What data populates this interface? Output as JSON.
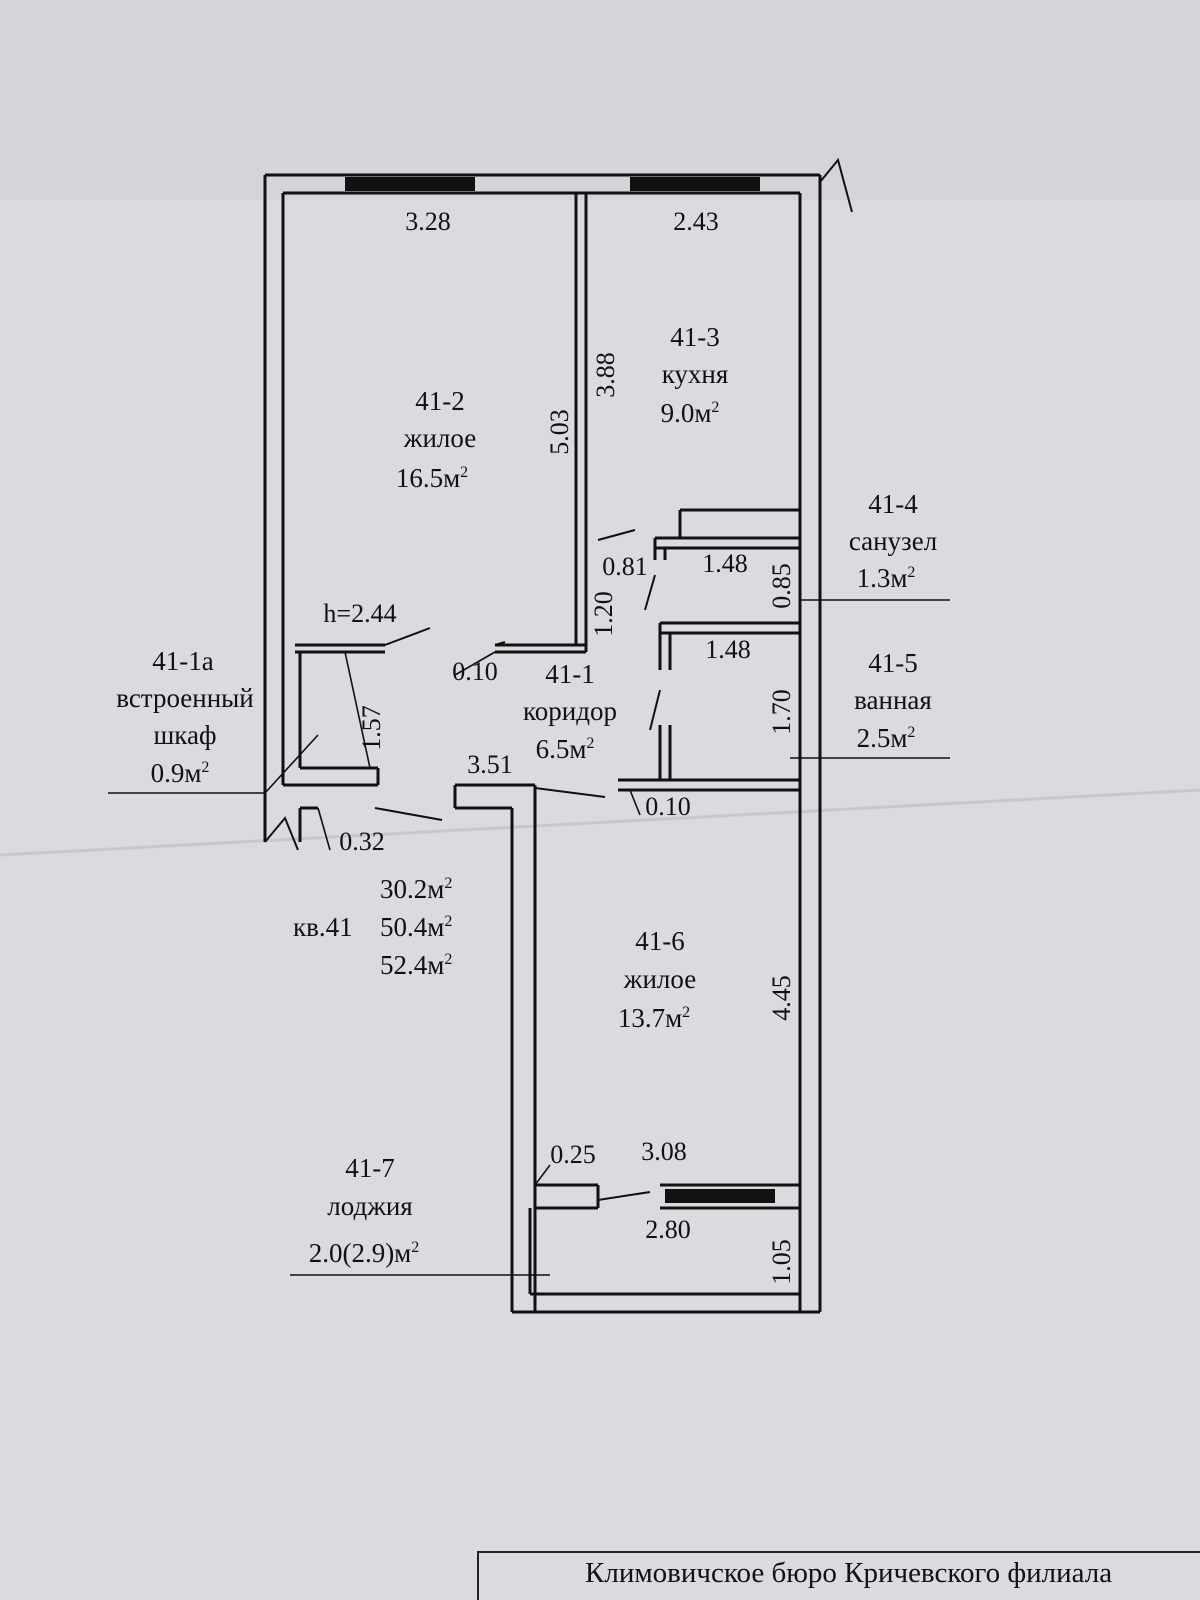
{
  "rooms": {
    "r41_2": {
      "id": "41-2",
      "name": "жилое",
      "area": "16.5м",
      "unit_sup": "2"
    },
    "r41_3": {
      "id": "41-3",
      "name": "кухня",
      "area": "9.0м",
      "unit_sup": "2"
    },
    "r41_4": {
      "id": "41-4",
      "name": "санузел",
      "area": "1.3м",
      "unit_sup": "2"
    },
    "r41_5": {
      "id": "41-5",
      "name": "ванная",
      "area": "2.5м",
      "unit_sup": "2"
    },
    "r41_1": {
      "id": "41-1",
      "name": "коридор",
      "area": "6.5м",
      "unit_sup": "2"
    },
    "r41_1a": {
      "id": "41-1а",
      "name1": "встроенный",
      "name2": "шкаф",
      "area": "0.9м",
      "unit_sup": "2"
    },
    "r41_6": {
      "id": "41-6",
      "name": "жилое",
      "area": "13.7м",
      "unit_sup": "2"
    },
    "r41_7": {
      "id": "41-7",
      "name": "лоджия",
      "area": "2.0(2.9)м",
      "unit_sup": "2"
    }
  },
  "dimensions": {
    "d1": "3.28",
    "d2": "2.43",
    "d3": "5.03",
    "d4": "3.88",
    "d5": "0.81",
    "d6": "1.48",
    "d7": "0.85",
    "d8": "1.48",
    "d9": "1.20",
    "d10": "1.70",
    "d11": "h=2.44",
    "d12": "0.10",
    "d13": "1.57",
    "d14": "3.51",
    "d15": "0.10",
    "d16": "0.32",
    "d17": "4.45",
    "d18": "0.25",
    "d19": "3.08",
    "d20": "2.80",
    "d21": "1.05"
  },
  "summary": {
    "apartment": "кв.41",
    "living": "30.2м",
    "total": "50.4м",
    "total_with_loggia": "52.4м",
    "unit_sup": "2"
  },
  "stamp": {
    "text": "Климовичское бюро Кричевского филиала"
  }
}
